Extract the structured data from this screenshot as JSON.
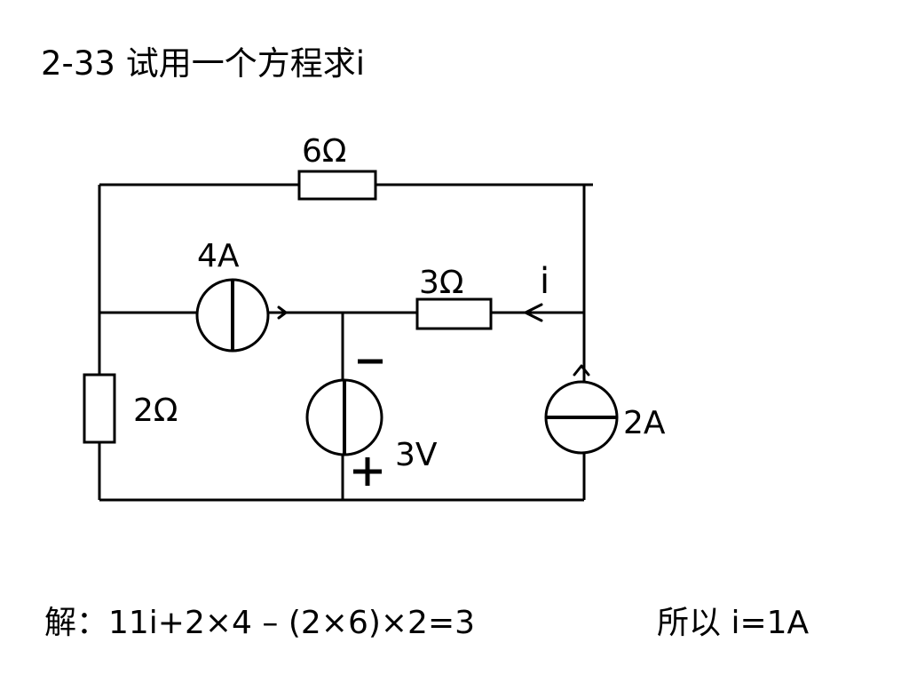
{
  "slide": {
    "title": "2-33 试用一个方程求i",
    "solution": "解：11i+2×4 – (2×6)×2=3",
    "conclusion": "所以 i=1A"
  },
  "circuit": {
    "labels": {
      "r6": "6Ω",
      "r3": "3Ω",
      "r2": "2Ω",
      "src4a": "4A",
      "src2a": "2A",
      "src3v": "3V",
      "current": "i",
      "minus": "–"
    }
  }
}
